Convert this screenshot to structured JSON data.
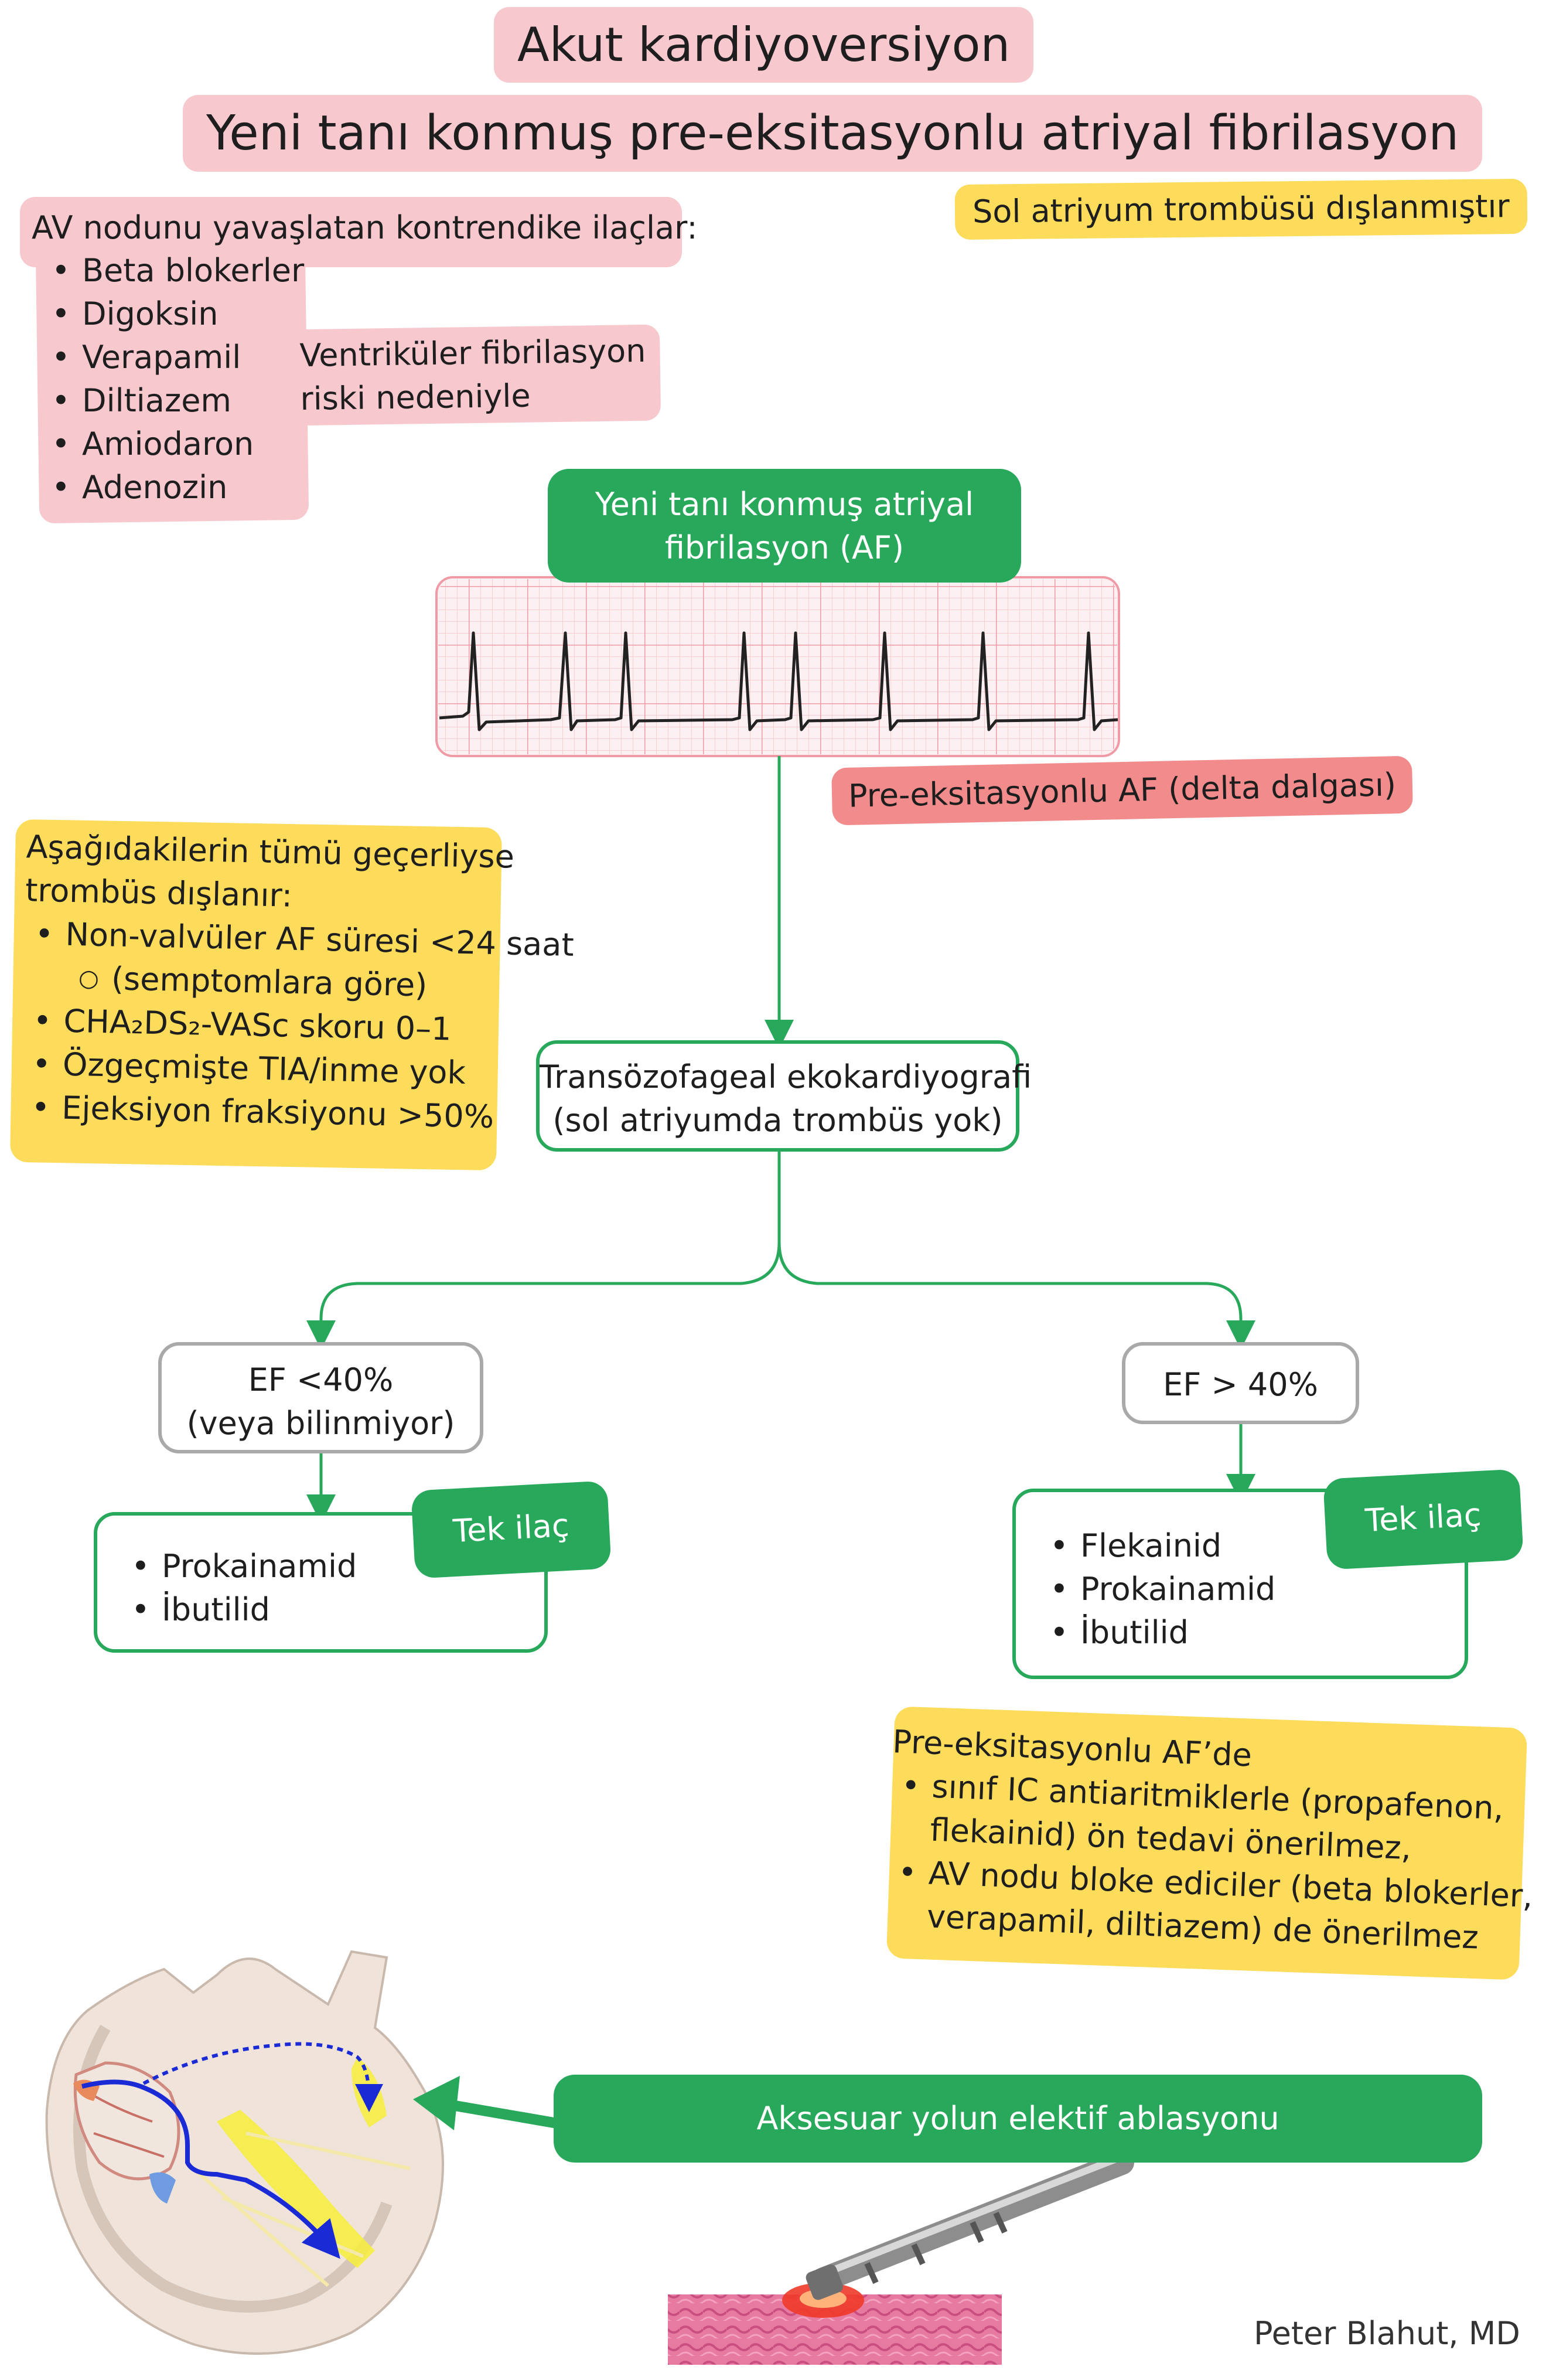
{
  "title_line1": "Akut kardiyoversiyon",
  "title_line2": "Yeni tanı konmuş pre-eksitasyonlu atriyal fibrilasyon",
  "thrombus_note": "Sol atriyum trombüsü dışlanmıştır",
  "contraindicated": {
    "heading": "AV nodunu yavaşlatan kontrendike ilaçlar:",
    "items": [
      "Beta blokerler",
      "Digoksin",
      "Verapamil",
      "Diltiazem",
      "Amiodaron",
      "Adenozin"
    ]
  },
  "vf_risk": {
    "line1": "Ventriküler fibrilasyon",
    "line2": "riski nedeniyle"
  },
  "new_af": {
    "line1": "Yeni tanı konmuş atriyal",
    "line2": "fibrilasyon (AF)"
  },
  "preexcited_label": "Pre-eksitasyonlu AF (delta dalgası)",
  "exclusion": {
    "line1": "Aşağıdakilerin tümü geçerliyse",
    "line2": "trombüs dışlanır:",
    "item1": "Non-valvüler AF süresi <24 saat",
    "item1_sub": "(semptomlara göre)",
    "item2": "CHA₂DS₂-VASc skoru 0–1",
    "item3": "Özgeçmişte TIA/inme yok",
    "item4": "Ejeksiyon fraksiyonu >50%"
  },
  "tee": {
    "line1": "Transözofageal ekokardiyografi",
    "line2": "(sol atriyumda trombüs yok)"
  },
  "ef_low": {
    "line1": "EF <40%",
    "line2": "(veya bilinmiyor)"
  },
  "ef_high": "EF > 40%",
  "single_drug_label": "Tek ilaç",
  "left_drugs": [
    "Prokainamid",
    "İbutilid"
  ],
  "right_drugs": [
    "Flekainid",
    "Prokainamid",
    "İbutilid"
  ],
  "warning": {
    "line1": "Pre-eksitasyonlu AF’de",
    "b1_line1": "sınıf IC antiaritmiklerle (propafenon,",
    "b1_line2": "flekainid) ön tedavi önerilmez,",
    "b2_line1": "AV nodu bloke ediciler (beta blokerler,",
    "b2_line2": "verapamil, diltiazem) de önerilmez"
  },
  "ablation": "Aksesuar yolun elektif ablasyonu",
  "author": "Peter Blahut, MD",
  "colors": {
    "pink": "#f8c8cf",
    "yellow": "#fcdc5a",
    "green": "#27a85a",
    "salmon": "#f28b8b",
    "ecg_grid": "#f4a7b0"
  }
}
